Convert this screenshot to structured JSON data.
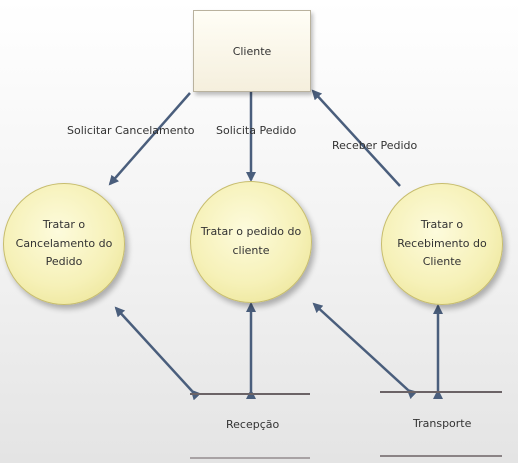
{
  "entity": {
    "label": "Cliente"
  },
  "processes": [
    {
      "label": "Tratar o\nCancelamento do\nPedido"
    },
    {
      "label": "Tratar o pedido do\ncliente"
    },
    {
      "label": "Tratar o\nRecebimento do\nCliente"
    }
  ],
  "flows": [
    {
      "label": "Solicitar Cancelamento"
    },
    {
      "label": "Solicita Pedido"
    },
    {
      "label": "Receber Pedido"
    }
  ],
  "stores": [
    {
      "label": "Recepção"
    },
    {
      "label": "Transporte"
    }
  ],
  "colors": {
    "arrow": "#4a5e7c",
    "store_line": "#6b6366",
    "process_fill": "#f6f1b8"
  }
}
